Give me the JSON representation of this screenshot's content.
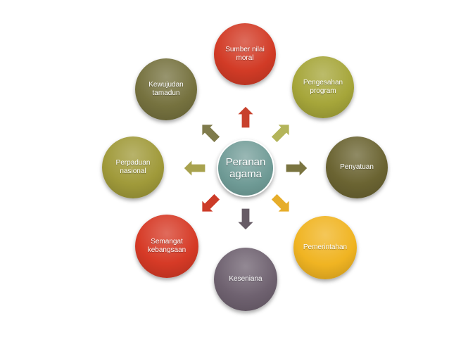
{
  "diagram": {
    "center": {
      "label": "Peranan\nagama",
      "color": "#6e9a95"
    },
    "nodes": [
      {
        "id": "sumber-nilai-moral",
        "label": "Sumber nilai\nmoral",
        "color": "#d23b26",
        "arrow_color": "#c8412d"
      },
      {
        "id": "pengesahan-program",
        "label": "Pengesahan\nprogram",
        "color": "#a6a63a",
        "arrow_color": "#b3b45a"
      },
      {
        "id": "penyatuan",
        "label": "Penyatuan",
        "color": "#6b6432",
        "arrow_color": "#7a7440"
      },
      {
        "id": "pemerintahan",
        "label": "Pemerintahan",
        "color": "#f0b422",
        "arrow_color": "#e6ad2a"
      },
      {
        "id": "keseniana",
        "label": "Keseniana",
        "color": "#6f6270",
        "arrow_color": "#675c66"
      },
      {
        "id": "semangat-kebangsaan",
        "label": "Semangat\nkebangsaan",
        "color": "#d63a26",
        "arrow_color": "#cc3b28"
      },
      {
        "id": "perpaduan-nasional",
        "label": "Perpaduan\nnasional",
        "color": "#a09a3a",
        "arrow_color": "#a8a24e"
      },
      {
        "id": "kewujudan-tamadun",
        "label": "Kewujudan\ntamadun",
        "color": "#76723f",
        "arrow_color": "#7f7b4b"
      }
    ]
  }
}
